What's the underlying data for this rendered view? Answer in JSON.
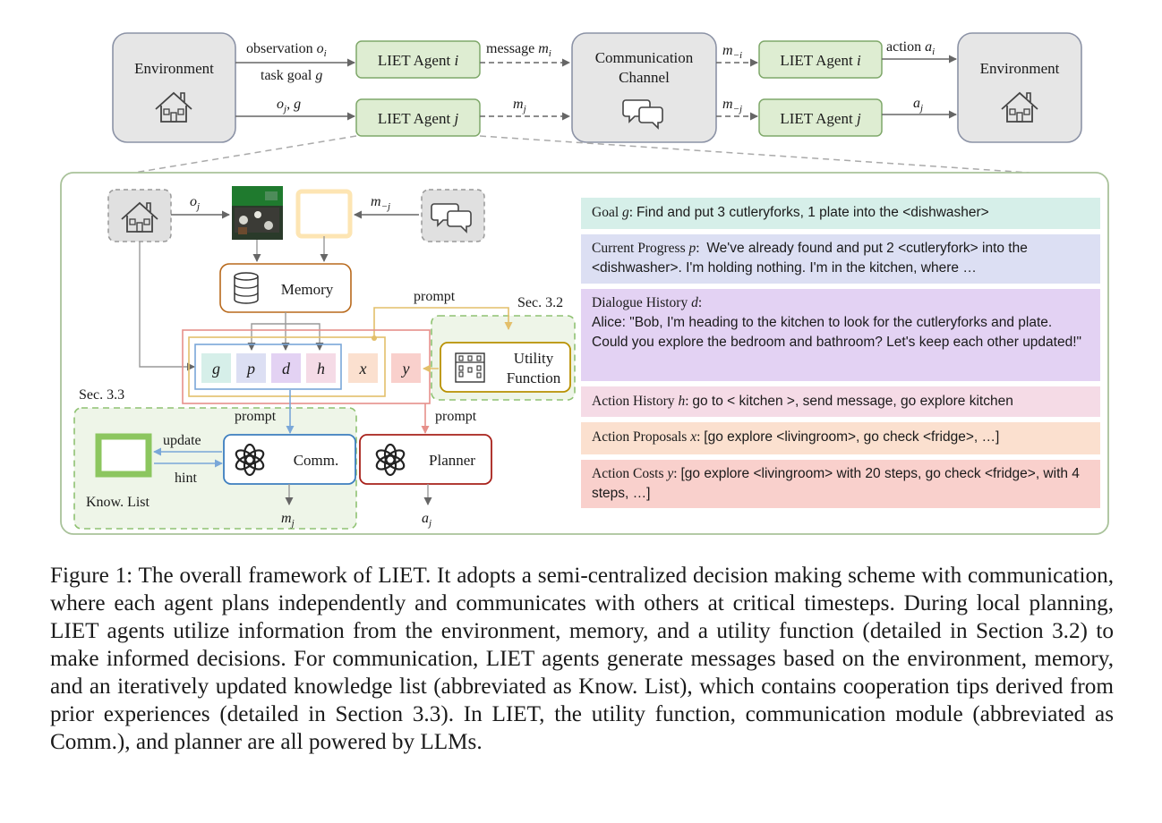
{
  "top": {
    "environment_label": "Environment",
    "observation_label": "observation",
    "observation_sym": "o",
    "observation_sub": "i",
    "task_goal_label": "task goal",
    "task_goal_sym": "g",
    "oj_label": "o",
    "oj_sub": "j",
    "oj_g": ", g",
    "agent_i_label": "LIET Agent",
    "agent_i_sym": "i",
    "agent_j_label": "LIET Agent",
    "agent_j_sym": "j",
    "message_label": "message",
    "message_sym": "m",
    "message_sub_i": "i",
    "mj_sym": "m",
    "mj_sub": "j",
    "channel_line1": "Communication",
    "channel_line2": "Channel",
    "m_minus_i_sym": "m",
    "m_minus_i_sub": "−i",
    "m_minus_j_sym": "m",
    "m_minus_j_sub": "−j",
    "agent_i2_label": "LIET Agent",
    "agent_i2_sym": "i",
    "agent_j2_label": "LIET Agent",
    "agent_j2_sym": "j",
    "action_label": "action",
    "action_sym": "a",
    "action_sub": "i",
    "aj_sym": "a",
    "aj_sub": "j",
    "environment2_label": "Environment"
  },
  "detail": {
    "oj_sym": "o",
    "oj_sub": "j",
    "m_minus_j_sym": "m",
    "m_minus_j_sub": "−j",
    "memory_label": "Memory",
    "prompt_top": "prompt",
    "sec32": "Sec. 3.2",
    "sec33": "Sec. 3.3",
    "g": "g",
    "p": "p",
    "d": "d",
    "h": "h",
    "x": "x",
    "y": "y",
    "utility_line1": "Utility",
    "utility_line2": "Function",
    "prompt_comm": "prompt",
    "prompt_planner": "prompt",
    "update_label": "update",
    "hint_label": "hint",
    "know_list_label": "Know. List",
    "comm_label": "Comm.",
    "planner_label": "Planner",
    "out_m_sym": "m",
    "out_m_sub": "j",
    "out_a_sym": "a",
    "out_a_sub": "j"
  },
  "info": {
    "goal_label": "Goal",
    "goal_sym": "g",
    "goal_text": "Find and put 3 cutleryforks, 1 plate into the <dishwasher>",
    "progress_label": "Current Progress",
    "progress_sym": "p",
    "progress_text": "We've already found and put 2 <cutleryfork> into the <dishwasher>. I'm holding nothing. I'm in the kitchen, where …",
    "dialogue_label": "Dialogue History",
    "dialogue_sym": "d",
    "dialogue_text": "Alice: \"Bob, I'm heading to the kitchen to look for the cutleryforks and plate. Could you explore the bedroom and bathroom? Let's keep each other updated!\"",
    "action_history_label": "Action History",
    "action_history_sym": "h",
    "action_history_text": "go to < kitchen >, send message, go explore kitchen",
    "proposals_label": "Action Proposals",
    "proposals_sym": "x",
    "proposals_text": "[go explore <livingroom>, go check <fridge>, …]",
    "costs_label": "Action Costs",
    "costs_sym": "y",
    "costs_text": "[go explore <livingroom> with 20 steps, go check <fridge>, with 4 steps, …]"
  },
  "caption": "Figure 1: The overall framework of LIET. It adopts a semi-centralized decision making scheme with communication, where each agent plans independently and communicates with others at critical timesteps. During local planning, LIET agents utilize information from the environment, memory, and a utility function (detailed in Section 3.2) to make informed decisions. For communication, LIET agents generate messages based on the environment, memory, and an iteratively updated knowledge list (abbreviated as Know. List), which contains cooperation tips derived from prior experiences (detailed in Section 3.3).  In LIET, the utility function, communication module (abbreviated as Comm.), and planner are all powered by LLMs.",
  "colors": {
    "agent_fill": "#deedd2",
    "agent_stroke": "#7fa86a",
    "env_fill": "#e6e6e6",
    "env_stroke": "#8c93a6",
    "goal_bg": "#d6efe9",
    "progress_bg": "#dcdff3",
    "dialogue_bg": "#e3d2f3",
    "history_bg": "#f5dbe6",
    "proposals_bg": "#fbe0cf",
    "costs_bg": "#f9d0cc",
    "comm_stroke": "#3d7ebf",
    "planner_stroke": "#a8201a",
    "utility_stroke": "#b89000",
    "memory_stroke": "#b8691c"
  },
  "icons": [
    "house-icon",
    "chat-bubbles-icon",
    "database-icon",
    "abacus-icon",
    "openai-logo-icon",
    "window-icon",
    "scene-image"
  ]
}
